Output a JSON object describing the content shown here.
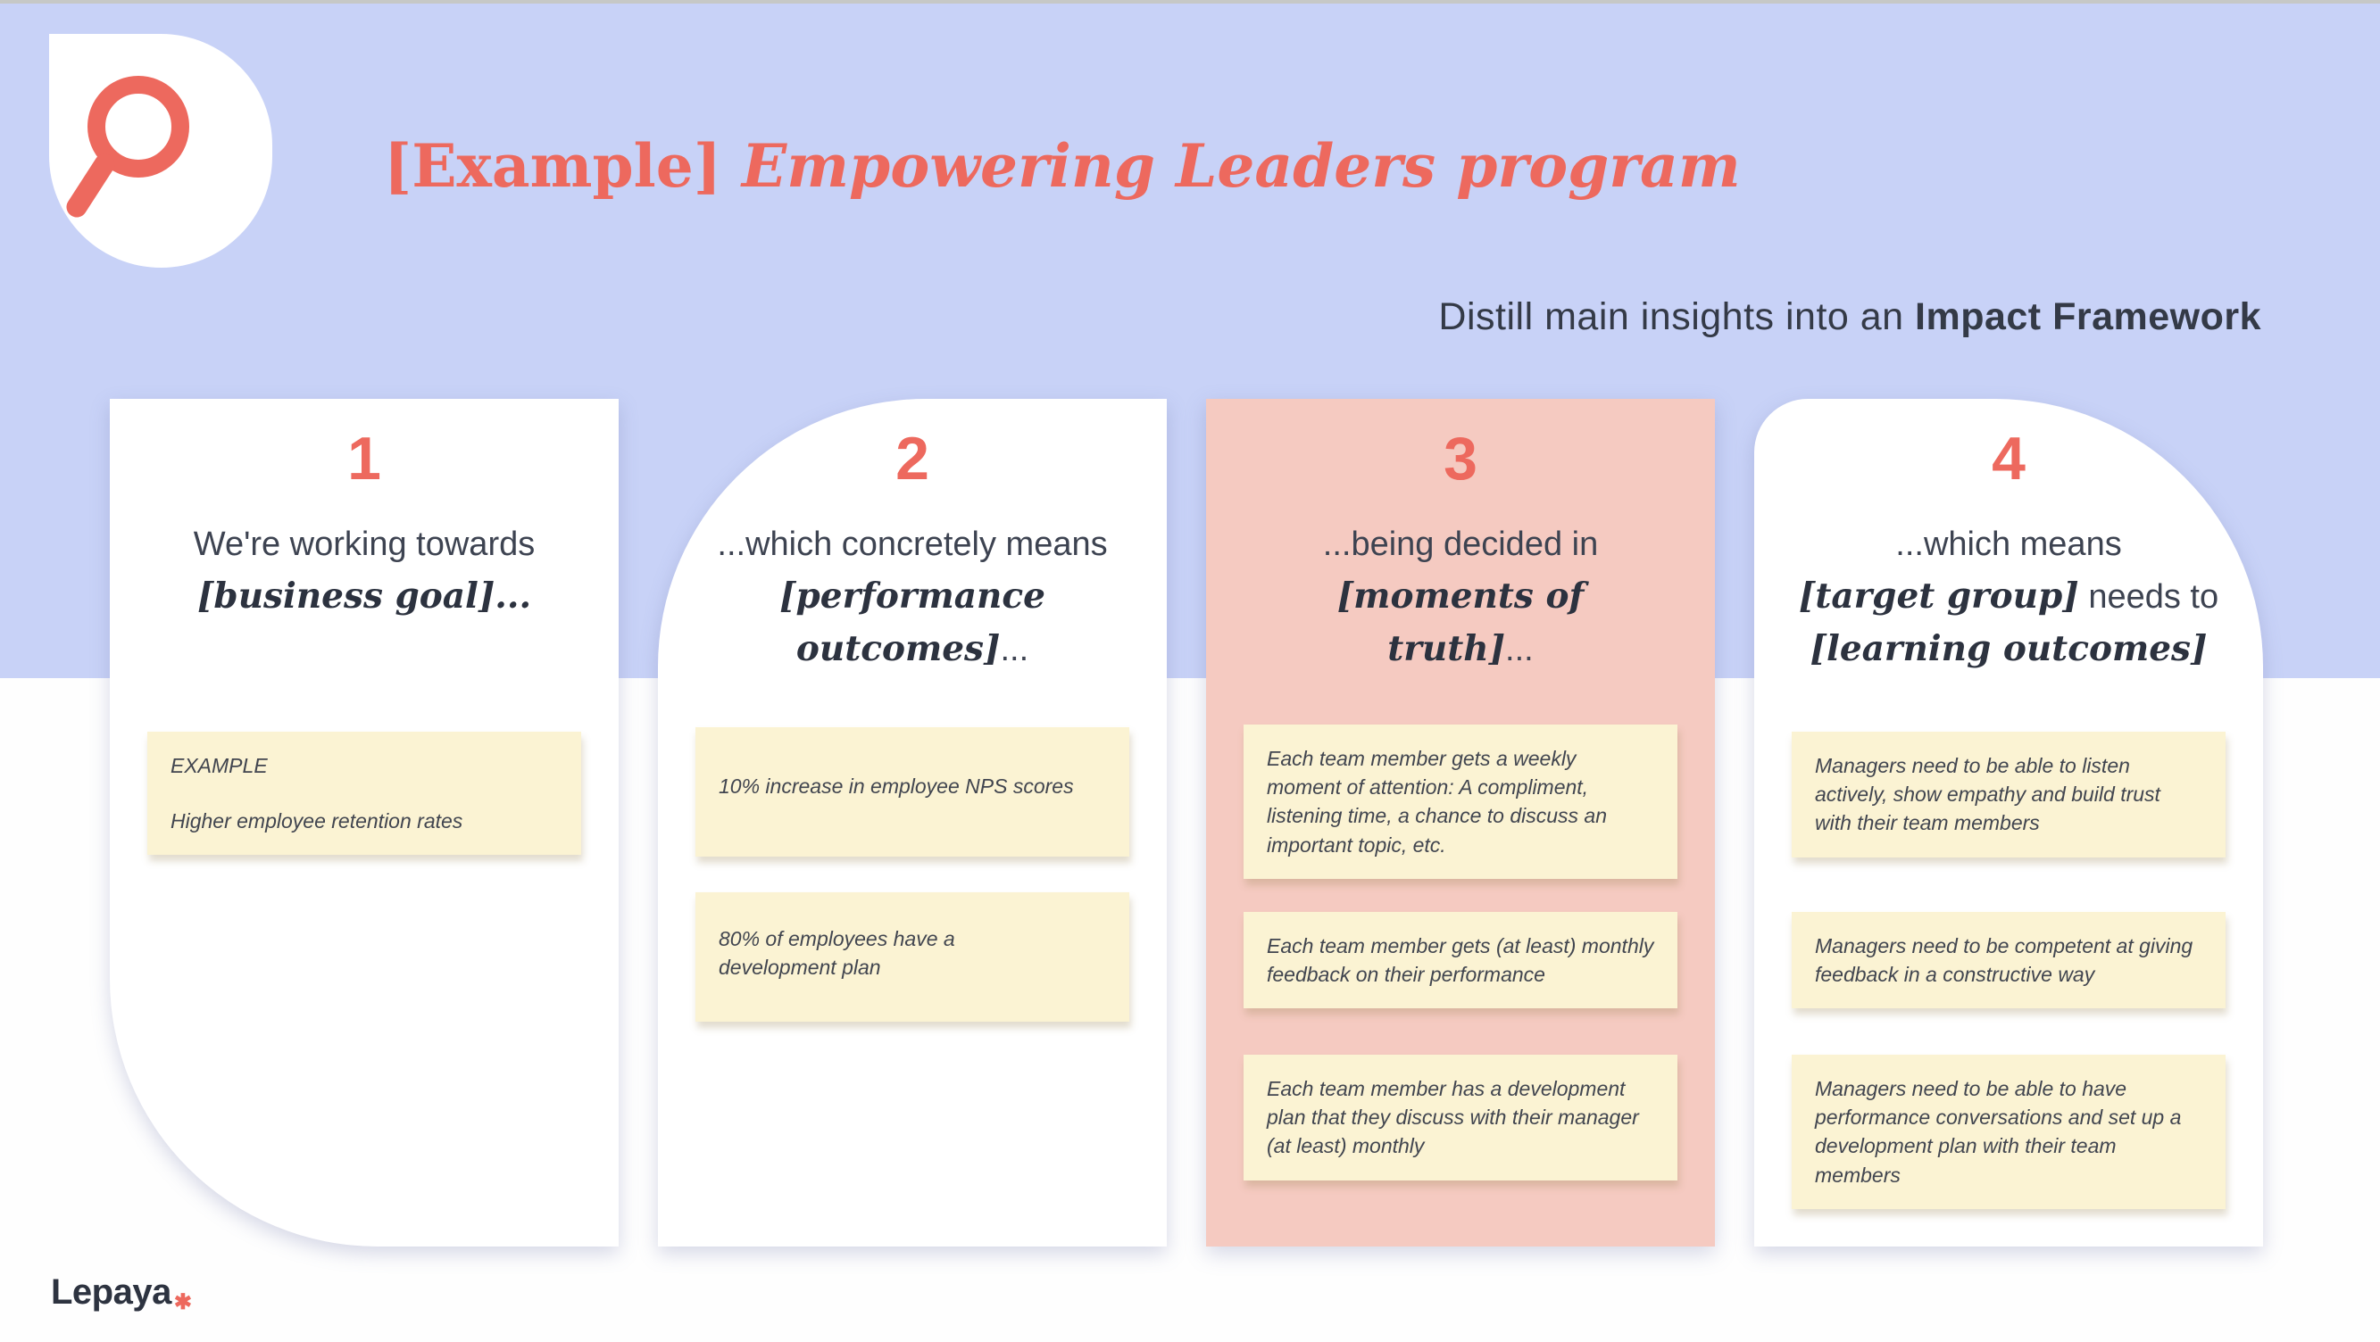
{
  "title": {
    "bracket_part": "[Example] ",
    "italic_part": "Empowering Leaders program"
  },
  "subtitle": {
    "plain_part": "Distill main insights into an ",
    "bold_part": "Impact Framework"
  },
  "logo": {
    "wordmark": "Lepaya",
    "asterisk": "✱"
  },
  "icons": {
    "magnifier": "magnifier-icon"
  },
  "colors": {
    "band_lavender": "#c8d2f7",
    "accent_coral": "#ed695e",
    "card_pink": "#f5cac1",
    "note_yellow": "#fbf3d3",
    "heading_dark": "#2c323f",
    "text_gray": "#3d4351"
  },
  "cards": [
    {
      "number": "1",
      "heading": [
        {
          "text": "We're working towards ",
          "serif": false
        },
        {
          "text": "[business goal]",
          "serif": true
        },
        {
          "text": "...",
          "serif": true
        }
      ],
      "notes": [
        {
          "label": "EXAMPLE",
          "text": "Higher employee retention rates"
        }
      ]
    },
    {
      "number": "2",
      "heading": [
        {
          "text": "...which concretely means ",
          "serif": false
        },
        {
          "text": "[performance outcomes]",
          "serif": true
        },
        {
          "text": "...",
          "serif": false
        }
      ],
      "notes": [
        {
          "text": "10%  increase in employee NPS scores"
        },
        {
          "text": "80% of employees have a development plan"
        }
      ]
    },
    {
      "number": "3",
      "heading": [
        {
          "text": "...being decided in ",
          "serif": false
        },
        {
          "text": "[moments of truth]",
          "serif": true
        },
        {
          "text": "...",
          "serif": false
        }
      ],
      "notes": [
        {
          "text": "Each team member gets a weekly moment of attention: A compliment, listening time, a chance to discuss an important topic, etc."
        },
        {
          "text": "Each team member gets (at least) monthly feedback on their performance"
        },
        {
          "text": "Each team member has a development plan that they discuss with their manager (at least) monthly"
        }
      ]
    },
    {
      "number": "4",
      "heading": [
        {
          "text": "...which means ",
          "serif": false
        },
        {
          "text": "[target group]",
          "serif": true
        },
        {
          "text": " needs to ",
          "serif": false
        },
        {
          "text": "[learning outcomes]",
          "serif": true
        }
      ],
      "notes": [
        {
          "text": "Managers need to be able to listen actively, show empathy and build trust with their team members"
        },
        {
          "text": "Managers need to be competent at giving feedback in a constructive way"
        },
        {
          "text": "Managers need to be able to have performance conversations and set up a development plan with their team members"
        }
      ]
    }
  ]
}
